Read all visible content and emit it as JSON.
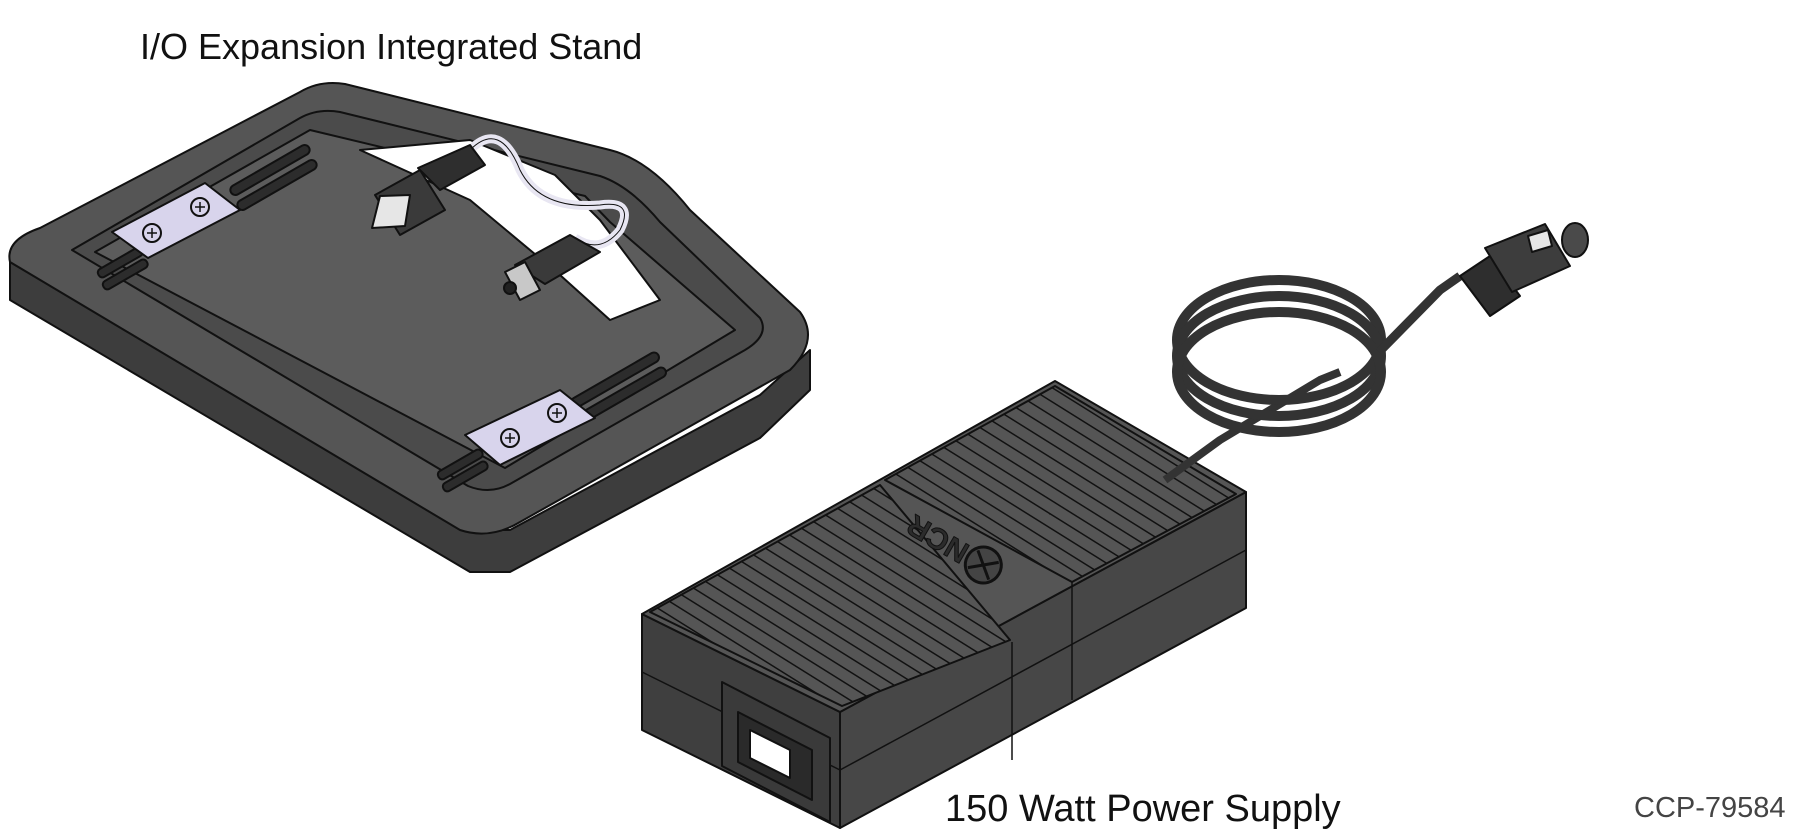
{
  "labels": {
    "stand": "I/O Expansion Integrated Stand",
    "power_supply": "150 Watt Power Supply",
    "figure_id": "CCP-79584"
  },
  "logo_text": "NCR",
  "colors": {
    "body_dark": "#4a4a4a",
    "body_mid": "#5a5a5a",
    "body_light": "#6a6a6a",
    "outline": "#111111",
    "plate": "#d8d4ec",
    "cable_white": "#e8e6f2"
  }
}
